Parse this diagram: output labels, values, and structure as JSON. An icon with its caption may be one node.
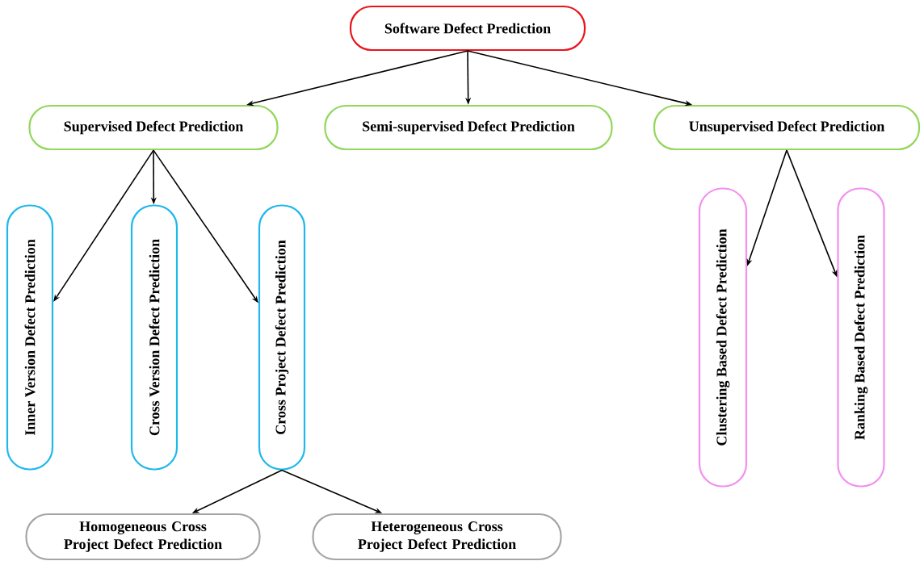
{
  "diagram": {
    "nodes": [
      {
        "text": [
          "Software Defect Prediction"
        ]
      },
      {
        "text": [
          "Supervised Defect Prediction"
        ]
      },
      {
        "text": [
          "Semi-supervised Defect Prediction"
        ]
      },
      {
        "text": [
          "Unsupervised Defect Prediction"
        ]
      },
      {
        "text": [
          "Inner Version Defect Prediction"
        ]
      },
      {
        "text": [
          "Cross Version Defect Prediction"
        ]
      },
      {
        "text": [
          "Cross Project Defect Prediction"
        ]
      },
      {
        "text": [
          "Clustering Based Defect Prediction"
        ]
      },
      {
        "text": [
          "Ranking Based Defect Prediction"
        ]
      },
      {
        "text": [
          "Homogeneous Cross Project Defect Prediction"
        ]
      },
      {
        "text": [
          "Heterogeneous Cross Project Defect Prediction"
        ]
      }
    ],
    "edges": [
      {
        "from": 0,
        "to": 1,
        "arrow": "to"
      },
      {
        "from": 0,
        "to": 2,
        "arrow": "to"
      },
      {
        "from": 0,
        "to": 3,
        "arrow": "to"
      },
      {
        "from": 1,
        "to": 4,
        "arrow": "to"
      },
      {
        "from": 1,
        "to": 5,
        "arrow": "to"
      },
      {
        "from": 1,
        "to": 6,
        "arrow": "to"
      },
      {
        "from": 3,
        "to": 7,
        "arrow": "to"
      },
      {
        "from": 3,
        "to": 8,
        "arrow": "to"
      },
      {
        "from": 6,
        "to": 9,
        "arrow": "to"
      },
      {
        "from": 6,
        "to": 10,
        "arrow": "to"
      }
    ]
  }
}
